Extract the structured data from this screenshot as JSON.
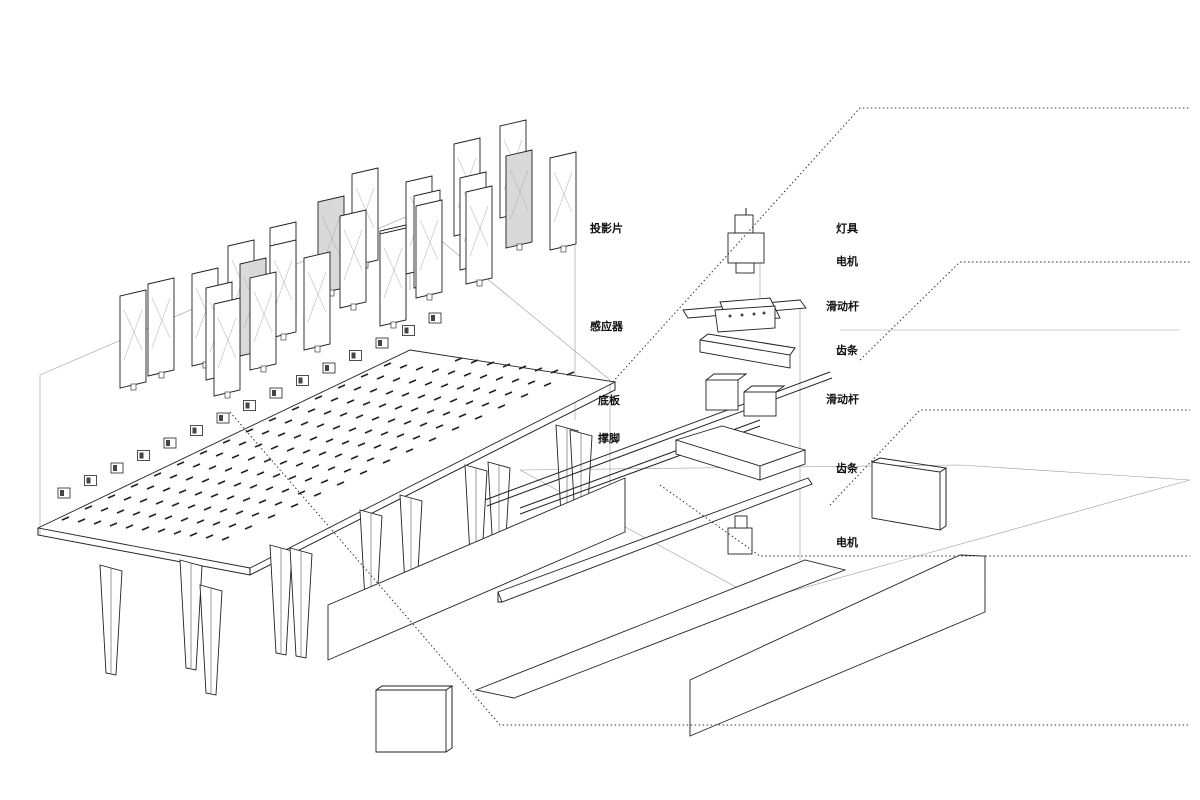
{
  "labels": {
    "slides": "投影片",
    "sensor": "感应器",
    "base_board": "底板",
    "support": "撑脚",
    "lamp": "灯具",
    "motor_top": "电机",
    "slide_rod_top": "滑动杆",
    "gear_rack_top": "齿条",
    "slide_rod_mid": "滑动杆",
    "gear_rack_mid": "齿条",
    "motor_bottom": "电机"
  }
}
